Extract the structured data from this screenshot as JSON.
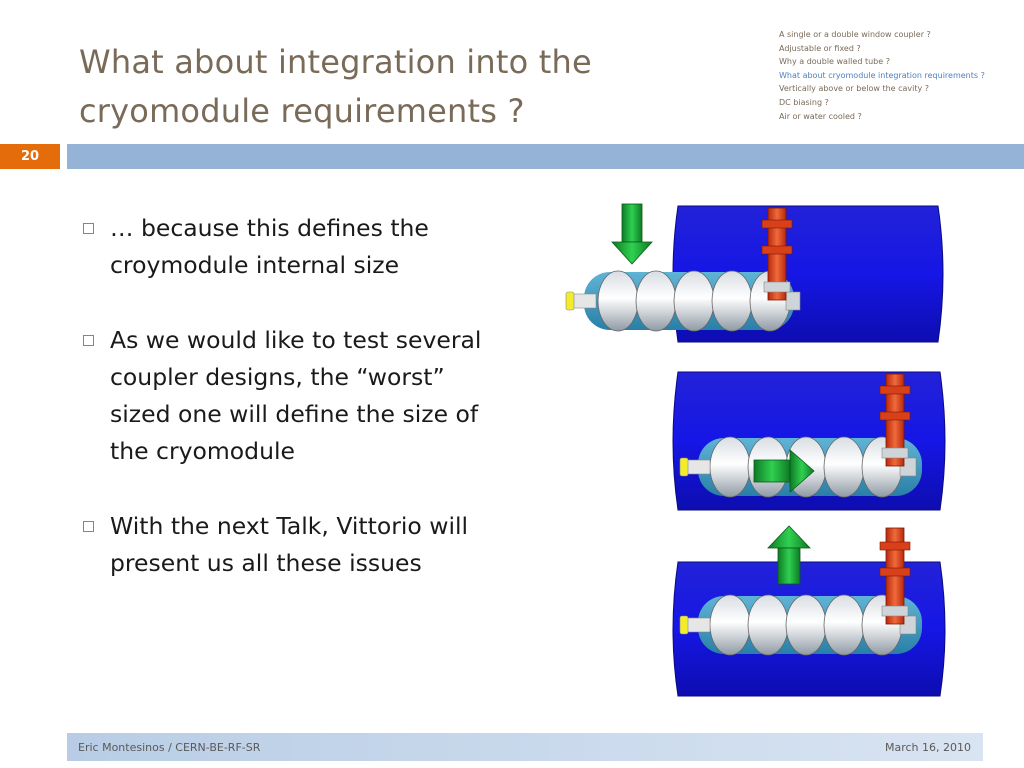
{
  "title": {
    "line1": "What about integration into the",
    "line2": "cryomodule requirements ?"
  },
  "agenda": [
    {
      "text": "A single or a double window coupler ?",
      "active": false
    },
    {
      "text": "Adjustable or fixed ?",
      "active": false
    },
    {
      "text": "Why a double walled tube ?",
      "active": false
    },
    {
      "text": "What about cryomodule integration requirements ?",
      "active": true
    },
    {
      "text": "Vertically above or below the cavity ?",
      "active": false
    },
    {
      "text": "DC biasing ?",
      "active": false
    },
    {
      "text": "Air or water cooled ?",
      "active": false
    }
  ],
  "slide_number": "20",
  "bullets": [
    "… because this defines the croymodule internal size",
    "As we would like to test several coupler designs, the “worst” sized one will define the size of the cryomodule",
    "With the next Talk, Vittorio will present us all these issues"
  ],
  "footer": {
    "author": "Eric Montesinos / CERN-BE-RF-SR",
    "date": "March 16, 2010"
  },
  "colors": {
    "title": "#7a6a58",
    "accent_orange": "#e46c0a",
    "bar_blue": "#94b3d6",
    "cryostat_blue": "#1a1adc",
    "coupler_red": "#e0451c",
    "arrow_green": "#1fa83a"
  },
  "diagram": {
    "panels": [
      {
        "arrow": "green-arrow-down-icon"
      },
      {
        "arrow": "green-arrow-right-icon"
      },
      {
        "arrow": "green-arrow-up-icon"
      }
    ]
  }
}
